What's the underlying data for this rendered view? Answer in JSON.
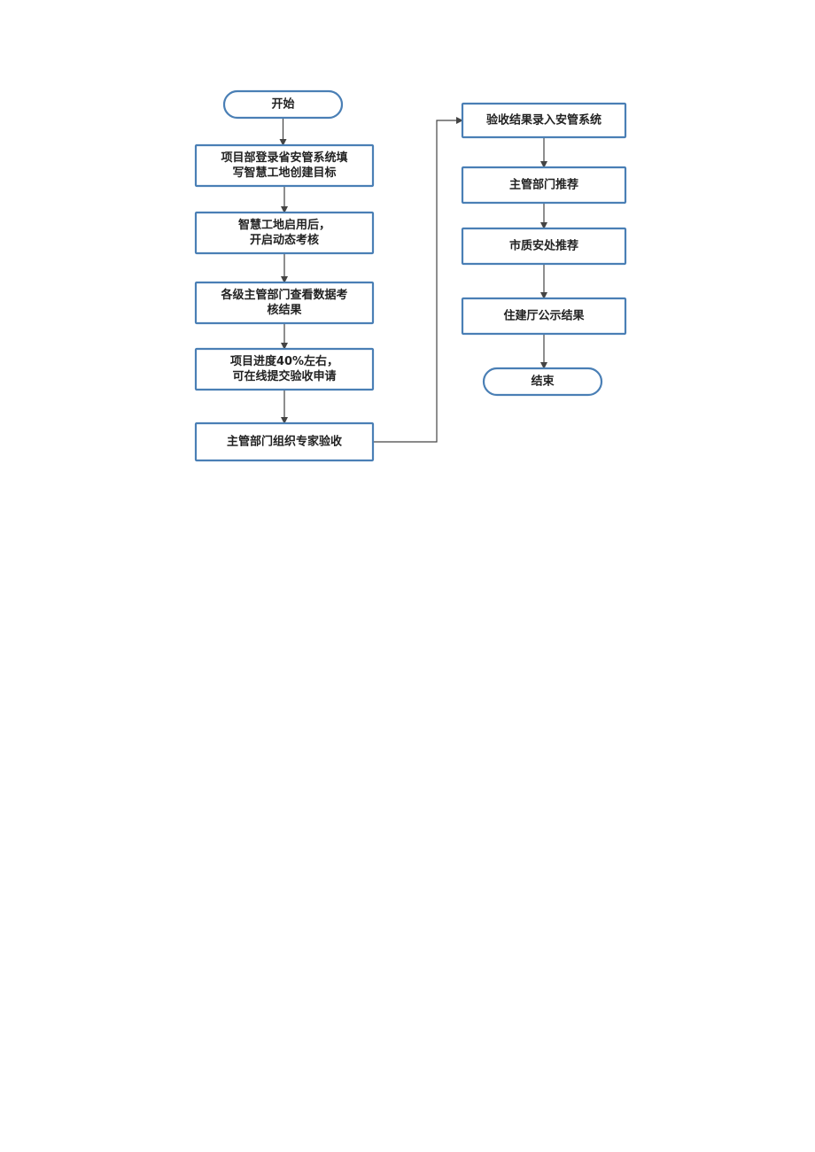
{
  "flowchart": {
    "colors": {
      "border": "#4a7fb5",
      "fill": "#ffffff",
      "text": "#222222",
      "connector": "#444444"
    },
    "nodes": {
      "start": {
        "shape": "terminal",
        "lines": [
          "开始"
        ]
      },
      "fill_targets": {
        "shape": "process",
        "lines": [
          "项目部登录省安管系统填",
          "写智慧工地创建目标"
        ]
      },
      "dynamic_assessment": {
        "shape": "process",
        "lines": [
          "智慧工地启用后，",
          "开启动态考核"
        ]
      },
      "view_results": {
        "shape": "process",
        "lines": [
          "各级主管部门查看数据考",
          "核结果"
        ]
      },
      "apply_acceptance": {
        "shape": "process",
        "lines": [
          "项目进度40%左右，",
          "可在线提交验收申请"
        ]
      },
      "expert_acceptance": {
        "shape": "process",
        "lines": [
          "主管部门组织专家验收"
        ]
      },
      "record_results": {
        "shape": "process",
        "lines": [
          "验收结果录入安管系统"
        ]
      },
      "dept_recommend": {
        "shape": "process",
        "lines": [
          "主管部门推荐"
        ]
      },
      "city_recommend": {
        "shape": "process",
        "lines": [
          "市质安处推荐"
        ]
      },
      "publish_results": {
        "shape": "process",
        "lines": [
          "住建厅公示结果"
        ]
      },
      "end": {
        "shape": "terminal",
        "lines": [
          "结束"
        ]
      }
    },
    "edges": [
      [
        "start",
        "fill_targets"
      ],
      [
        "fill_targets",
        "dynamic_assessment"
      ],
      [
        "dynamic_assessment",
        "view_results"
      ],
      [
        "view_results",
        "apply_acceptance"
      ],
      [
        "apply_acceptance",
        "expert_acceptance"
      ],
      [
        "expert_acceptance",
        "record_results"
      ],
      [
        "record_results",
        "dept_recommend"
      ],
      [
        "dept_recommend",
        "city_recommend"
      ],
      [
        "city_recommend",
        "publish_results"
      ],
      [
        "publish_results",
        "end"
      ]
    ]
  }
}
